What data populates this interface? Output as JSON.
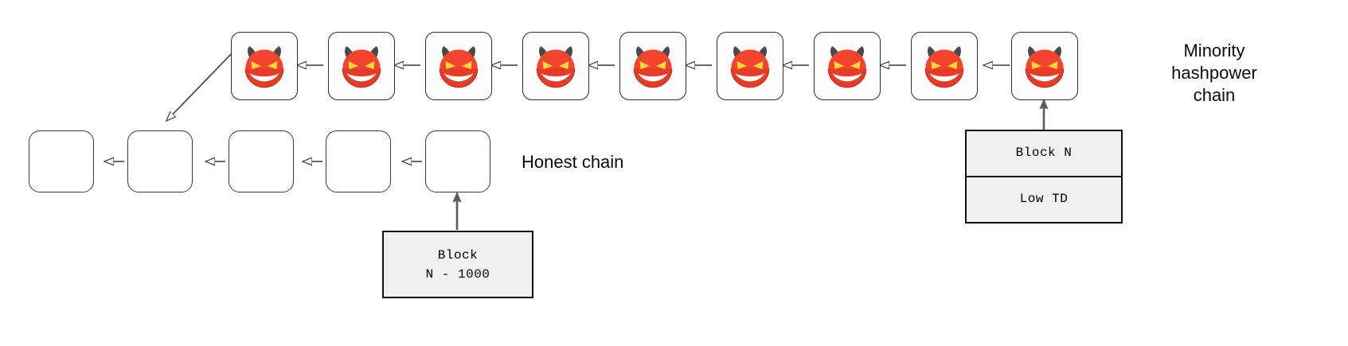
{
  "diagram": {
    "title_present": false,
    "background_color": "#ffffff",
    "labels": {
      "honest_chain": "Honest chain",
      "minority_chain": "Minority\nhashpower\nchain"
    },
    "annotation_boxes": [
      {
        "name": "block-n-minus-1000",
        "rows": [
          "Block",
          "N - 1000"
        ],
        "single_cell": true,
        "fill": "#f0f0f0",
        "border": "#111111"
      },
      {
        "name": "block-n-low-td",
        "rows": [
          "Block N",
          "Low TD"
        ],
        "single_cell": false,
        "fill": "#f0f0f0",
        "border": "#111111"
      }
    ],
    "attacker_chain": {
      "name": "minority-hashpower-chain",
      "block_count": 9,
      "block_icon": "devil-face-icon",
      "block_icon_colors": {
        "face": "#f4442e",
        "face_dark": "#d63826",
        "horn": "#4a4a4a",
        "eye": "#ffd83d",
        "mouth": "#ffffff"
      },
      "arrow_direction": "right-to-left",
      "arrow_head_style": "hollow"
    },
    "honest_chain": {
      "name": "honest-chain",
      "block_count": 5,
      "block_icon": "none",
      "arrow_direction": "right-to-left",
      "arrow_head_style": "hollow"
    },
    "fork_arrow": {
      "name": "fork-arrow",
      "from": "attacker-block-1",
      "to": "honest-block-2",
      "head_style": "hollow"
    },
    "pointer_arrows": [
      {
        "name": "pointer-to-honest-block-5",
        "head_style": "solid",
        "color": "#5a5a5a"
      },
      {
        "name": "pointer-to-attacker-block-9",
        "head_style": "solid",
        "color": "#5a5a5a"
      }
    ]
  }
}
